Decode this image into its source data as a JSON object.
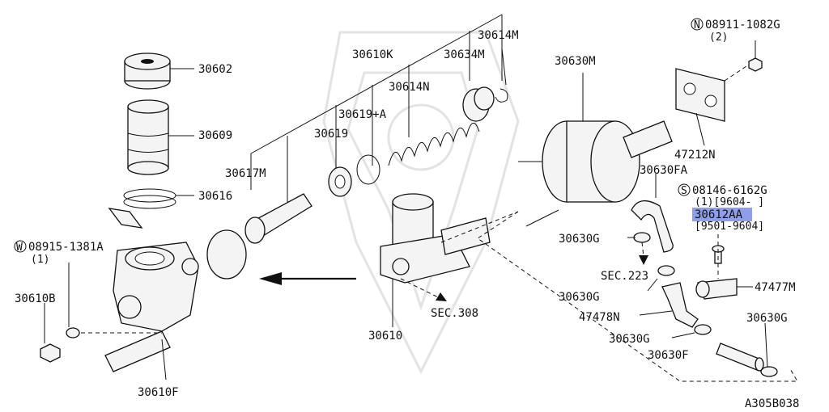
{
  "diagram": {
    "labels": {
      "p30602": "30602",
      "p30609": "30609",
      "p30616": "30616",
      "p30617M": "30617M",
      "p30610K": "30610K",
      "p30619A": "30619+A",
      "p30619": "30619",
      "p30614N": "30614N",
      "p30634M": "30634M",
      "p30614M": "30614M",
      "p30630M": "30630M",
      "p08911_code": "08911-1082G",
      "p08911_qty": "(2)",
      "p08911_badge": "N",
      "p47212N": "47212N",
      "p30630FA": "30630FA",
      "p08146_code": "08146-6162G",
      "p08146_badge": "S",
      "p08146_qty": "(1)[9604-    ]",
      "p30612AA": "30612AA",
      "p30612AA_range": "[9501-9604]",
      "p30630G_a": "30630G",
      "pSEC223": "SEC.223",
      "p30630G_b": "30630G",
      "p47477M": "47477M",
      "p47478N": "47478N",
      "p30630G_c": "30630G",
      "p30630G_d": "30630G",
      "p30630F": "30630F",
      "p08915_code": "08915-1381A",
      "p08915_badge": "W",
      "p08915_qty": "(1)",
      "p30610B": "30610B",
      "p30610F": "30610F",
      "p30610": "30610",
      "pSEC308": "SEC.308",
      "ref": "A305B038"
    },
    "highlight_color": "#8e9ee8"
  }
}
